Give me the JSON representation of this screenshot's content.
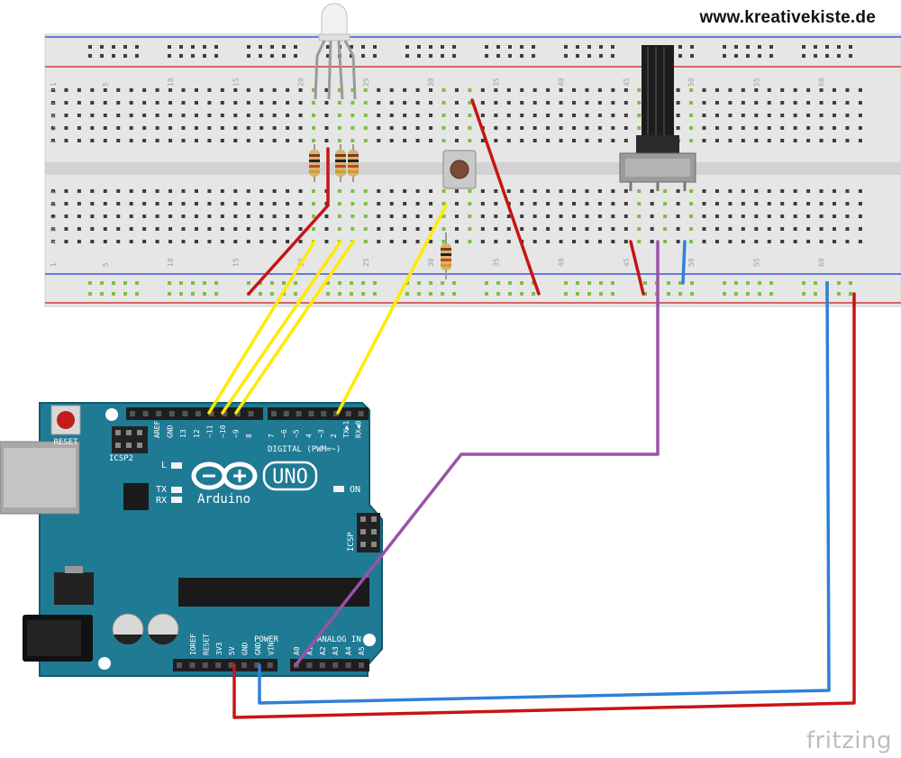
{
  "watermark": "www.kreativekiste.de",
  "software_mark": "fritzing",
  "breadboard": {
    "column_labels": [
      "1",
      "5",
      "10",
      "15",
      "20",
      "25",
      "30",
      "35",
      "40",
      "45",
      "50",
      "55",
      "60"
    ],
    "row_labels_top": [
      "J",
      "I",
      "H",
      "G",
      "F"
    ],
    "row_labels_bottom": [
      "E",
      "D",
      "C",
      "B",
      "A"
    ]
  },
  "arduino": {
    "board_name": "Arduino",
    "model": "UNO",
    "reset_label": "RESET",
    "icsp2_label": "ICSP2",
    "icsp_label": "ICSP",
    "led_l": "L",
    "led_tx": "TX",
    "led_rx": "RX",
    "led_on": "ON",
    "digital_label": "DIGITAL (PWM=~)",
    "power_label": "POWER",
    "analog_label": "ANALOG IN",
    "digital_pins_left": [
      "AREF",
      "GND",
      "13",
      "12",
      "~11",
      "~10",
      "~9",
      "8"
    ],
    "digital_pins_right": [
      "7",
      "~6",
      "~5",
      "4",
      "~3",
      "2",
      "TX▶1",
      "RX◀0"
    ],
    "power_pins": [
      "IOREF",
      "RESET",
      "3V3",
      "5V",
      "GND",
      "GND",
      "VIN"
    ],
    "analog_pins": [
      "A0",
      "A1",
      "A2",
      "A3",
      "A4",
      "A5"
    ]
  },
  "colors": {
    "board": "#1f7a94",
    "wire_yellow": "#ffea00",
    "wire_red": "#c81414",
    "wire_blue": "#2f7fd9",
    "wire_purple": "#9b52a8"
  }
}
